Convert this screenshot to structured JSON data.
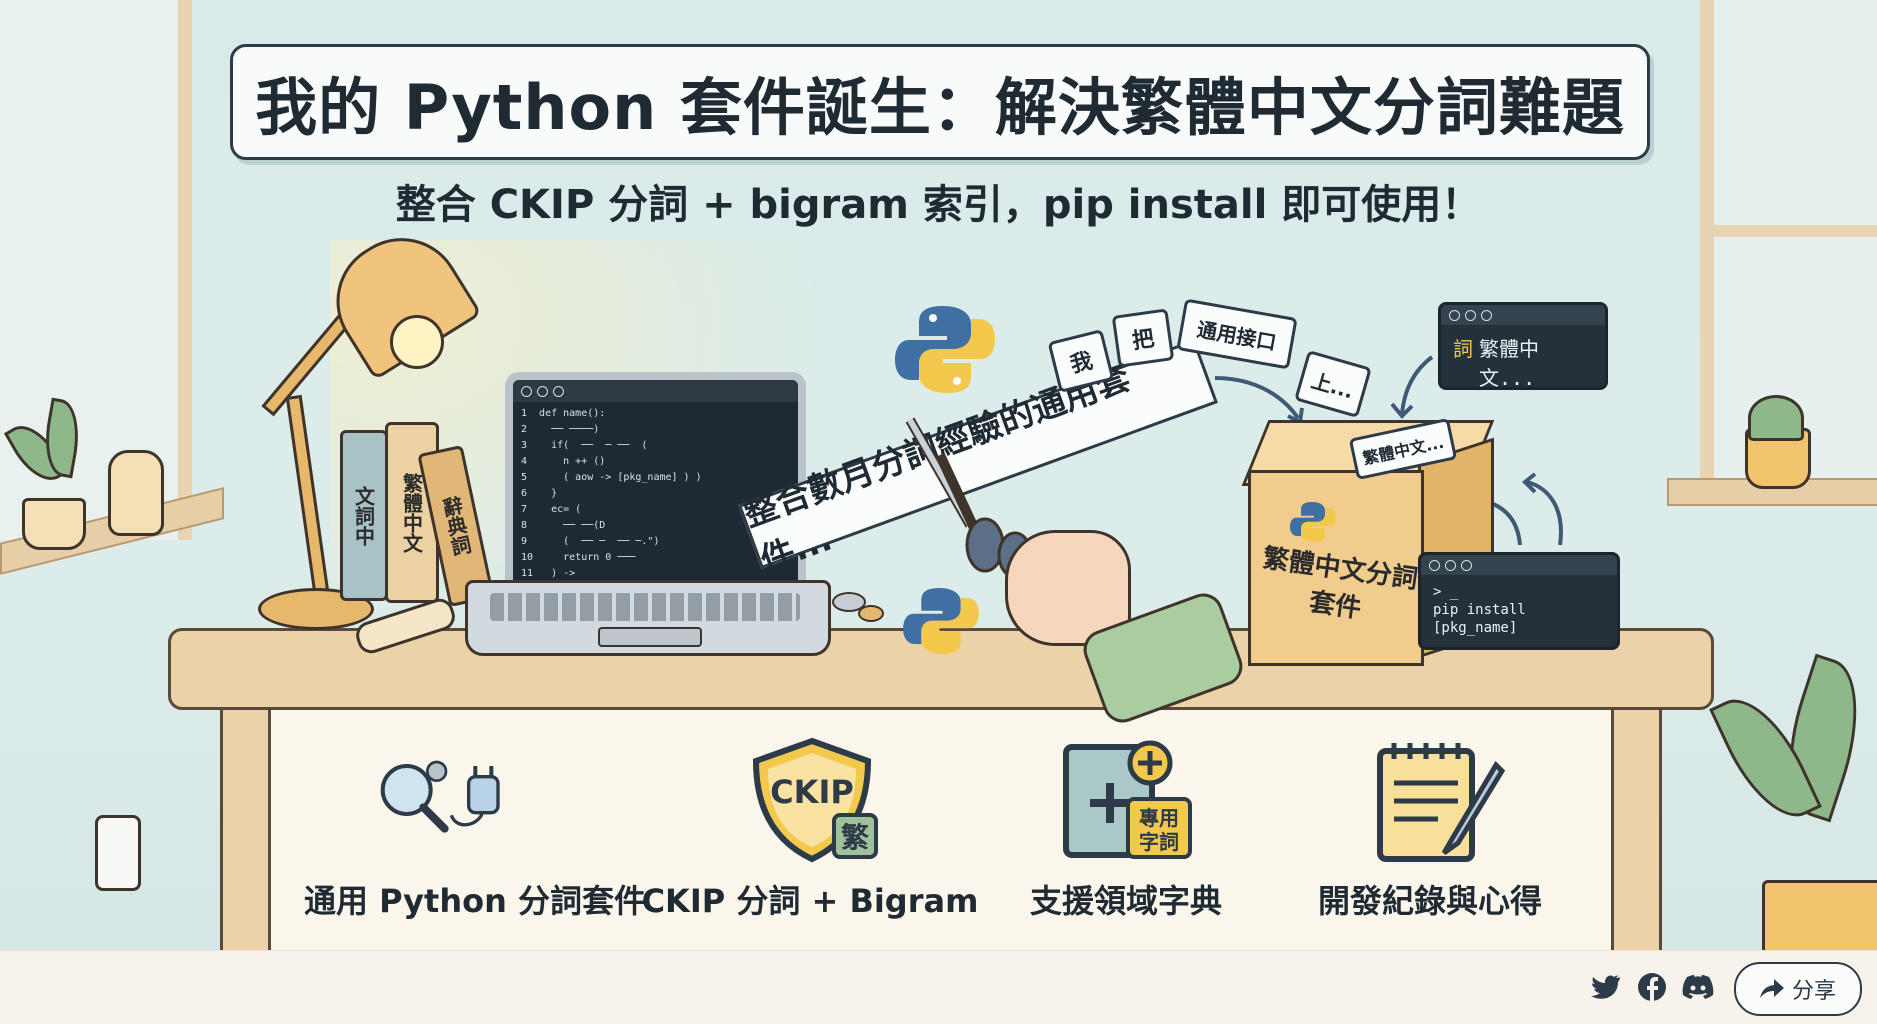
{
  "title": "我的 Python 套件誕生：解決繁體中文分詞難題",
  "subtitle": "整合 CKIP 分詞 + bigram 索引，pip install 即可使用！",
  "books": [
    "文詞中",
    "繁體中文",
    "辭典詞"
  ],
  "paper_strip": "整合數月分詞經驗的通用套件...",
  "floating_cards": [
    "我",
    "把",
    "通用接口",
    "上..."
  ],
  "box_label": "繁體中文分詞套件",
  "box_tag": "繁體中文...",
  "terminal_top": {
    "prefix": "詞",
    "text": "繁體中文..."
  },
  "terminal_bottom": {
    "prompt": "> _",
    "command": "pip install [pkg_name]"
  },
  "features": [
    {
      "label": "通用 Python 分詞套件",
      "icon": "magnifier-gear-plug-icon"
    },
    {
      "label": "CKIP 分詞 + Bigram",
      "icon": "ckip-shield-icon",
      "badge": "CKIP",
      "sub": "繁"
    },
    {
      "label": "支援領域字典",
      "icon": "dictionary-plus-icon",
      "tag": "專用字詞"
    },
    {
      "label": "開發紀錄與心得",
      "icon": "notepad-pen-icon"
    }
  ],
  "share": {
    "label": "分享",
    "icons": [
      "twitter-icon",
      "facebook-icon",
      "discord-icon",
      "share-arrow-icon"
    ]
  },
  "colors": {
    "python_blue": "#3f6fa3",
    "python_yellow": "#f2c94c",
    "title_ink": "#1f2a33"
  }
}
